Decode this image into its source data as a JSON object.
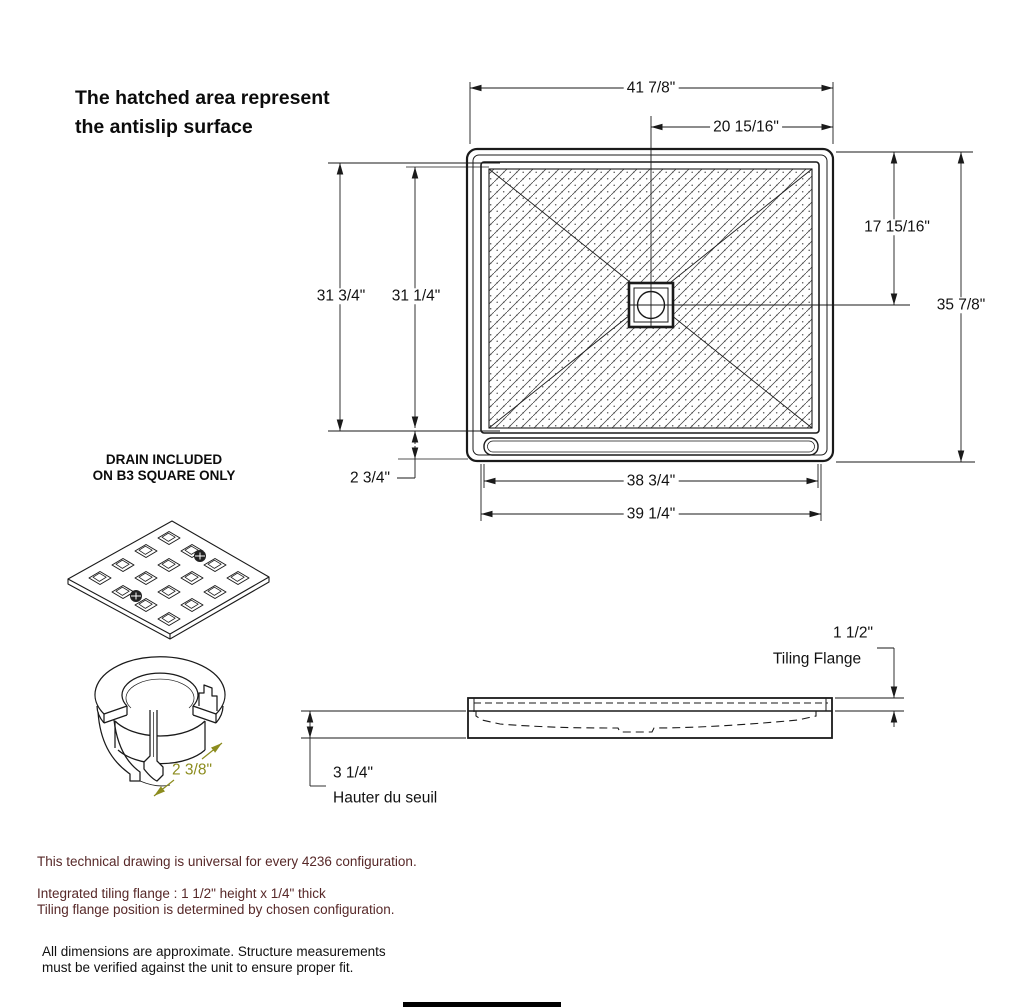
{
  "title": {
    "line1": "The hatched area represent",
    "line2": "the antislip surface"
  },
  "top_view": {
    "dims": {
      "width_overall": "41 7/8\"",
      "width_to_center": "20 15/16\"",
      "height_to_drain": "17 15/16\"",
      "height_overall": "35 7/8\"",
      "depth_outer": "31 3/4\"",
      "depth_inner": "31 1/4\"",
      "threshold_depth": "2 3/4\"",
      "threshold_inner_width": "38 3/4\"",
      "threshold_outer_width": "39 1/4\""
    }
  },
  "drain_note": {
    "line1": "DRAIN INCLUDED",
    "line2": "ON B3 SQUARE ONLY"
  },
  "drain_detail": {
    "dim": "2 3/8\"",
    "color": "#8c8c1e"
  },
  "side_view": {
    "flange_height": "1 1/2\"",
    "flange_label": "Tiling Flange",
    "threshold_height": "3 1/4\"",
    "threshold_label": "Hauter du seuil"
  },
  "notes": {
    "universal": "This technical drawing is universal for every 4236 configuration.",
    "flange_spec": "Integrated tiling flange : 1 1/2\" height x 1/4\" thick",
    "flange_position": "Tiling flange position is determined by chosen configuration.",
    "disclaimer1": "All dimensions are approximate. Structure measurements",
    "disclaimer2": "must be verified against the unit to ensure proper fit.",
    "note_color": "#572828",
    "line_color": "#1a1a1a"
  }
}
